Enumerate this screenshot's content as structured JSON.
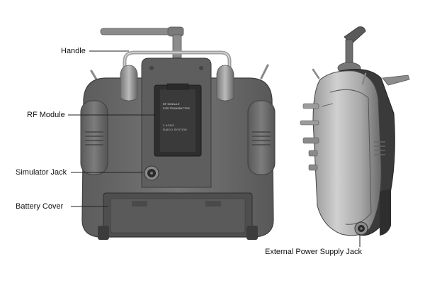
{
  "callouts": {
    "handle": "Handle",
    "rf_module": "RF Module",
    "simulator_jack": "Simulator Jack",
    "battery_cover": "Battery Cover",
    "external_power": "External Power Supply Jack"
  },
  "module_text": {
    "line1": "RF MODULE",
    "line2": "FOR TRANSMITTER",
    "line3": "2.4GHZ",
    "line4": "RADIO SYSTEM"
  },
  "colors": {
    "body": "#6e6e6e",
    "body_dark": "#4a4a4a",
    "body_light": "#8e8e8e",
    "metal": "#b9b9b9",
    "leader": "#222222"
  }
}
